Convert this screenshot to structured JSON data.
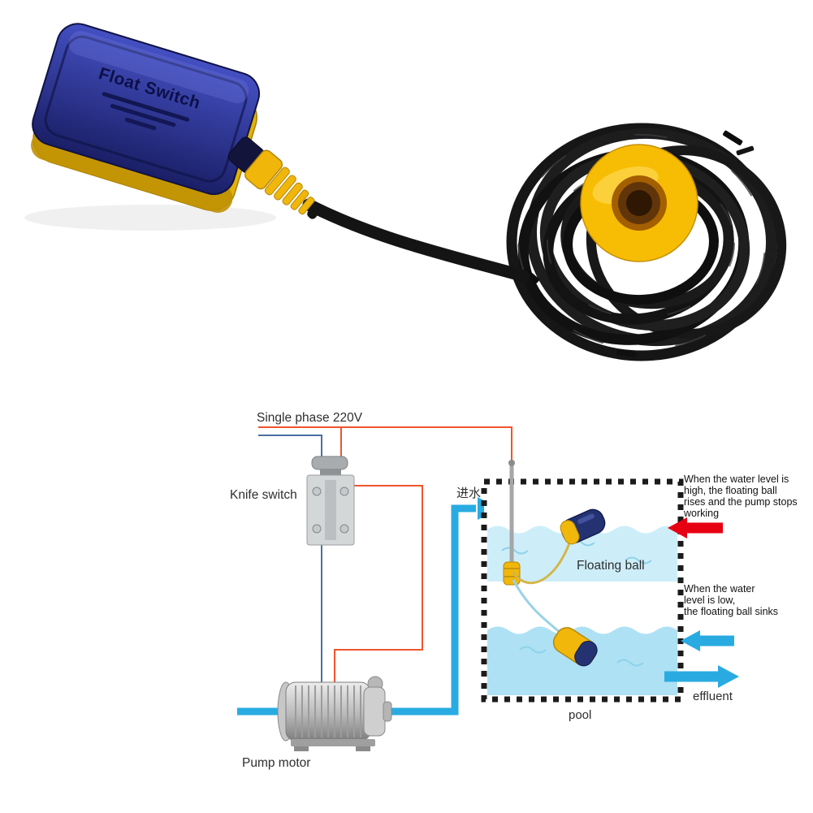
{
  "product": {
    "label": "Float Switch"
  },
  "diagram": {
    "power_label": "Single phase 220V",
    "knife_switch_label": "Knife switch",
    "pump_motor_label": "Pump motor",
    "inlet_label": "进水",
    "floating_ball_label": "Floating ball",
    "pool_label": "pool",
    "effluent_label": "effluent",
    "high_note": {
      "line1": "When the water level is",
      "line2": "high, the floating ball",
      "line3": "rises and the pump stops",
      "line4": "working"
    },
    "low_note": {
      "line1": "When the water",
      "line2": "level is low,",
      "line3": "the floating ball sinks"
    }
  },
  "colors": {
    "arrow_red": "#e60012",
    "arrow_blue": "#29abe2",
    "wire_red": "#f0552d",
    "wire_blue": "#4a6fa5",
    "water_high": "#cdeef9",
    "water_low": "#aee1f4",
    "float_yellow": "#f2b70b",
    "float_navy": "#243272"
  }
}
